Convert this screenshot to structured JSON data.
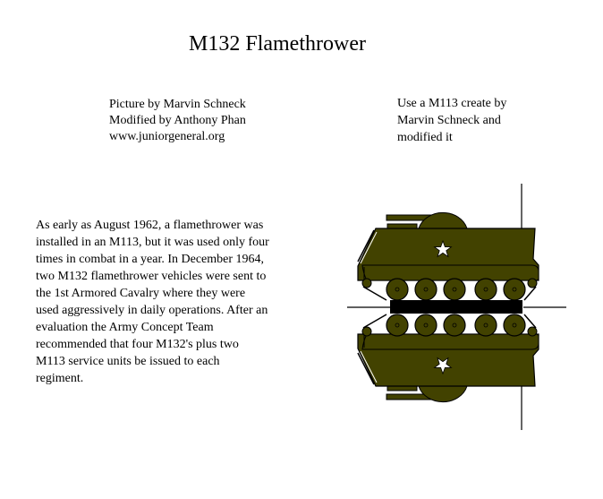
{
  "page": {
    "title": "M132 Flamethrower"
  },
  "credits": {
    "lines": [
      "Picture by Marvin Schneck",
      "Modified by Anthony Phan",
      "www.juniorgeneral.org"
    ]
  },
  "note": {
    "lines": [
      "Use a M113 create by",
      "Marvin Schneck and",
      "modified it"
    ]
  },
  "description": {
    "lines": [
      "As early as August 1962, a flamethrower was",
      "installed in an M113, but it was used only four",
      "times in combat in a year. In December 1964,",
      "two M132 flamethrower vehicles were sent to",
      "the 1st Armored Cavalry where they were",
      "used aggressively in daily operations. After an",
      "evaluation the Army Concept Team",
      "recommended that four M132's plus two",
      "M113 service units be issued to each",
      "regiment."
    ]
  },
  "illustration": {
    "subject": "M132 flamethrower vehicle, mirrored top/bottom (front and back counter views)",
    "colors": {
      "hull": "#424200",
      "outline": "#000000",
      "star": "#ffffff",
      "background": "#ffffff"
    },
    "insignia": "white-star"
  }
}
